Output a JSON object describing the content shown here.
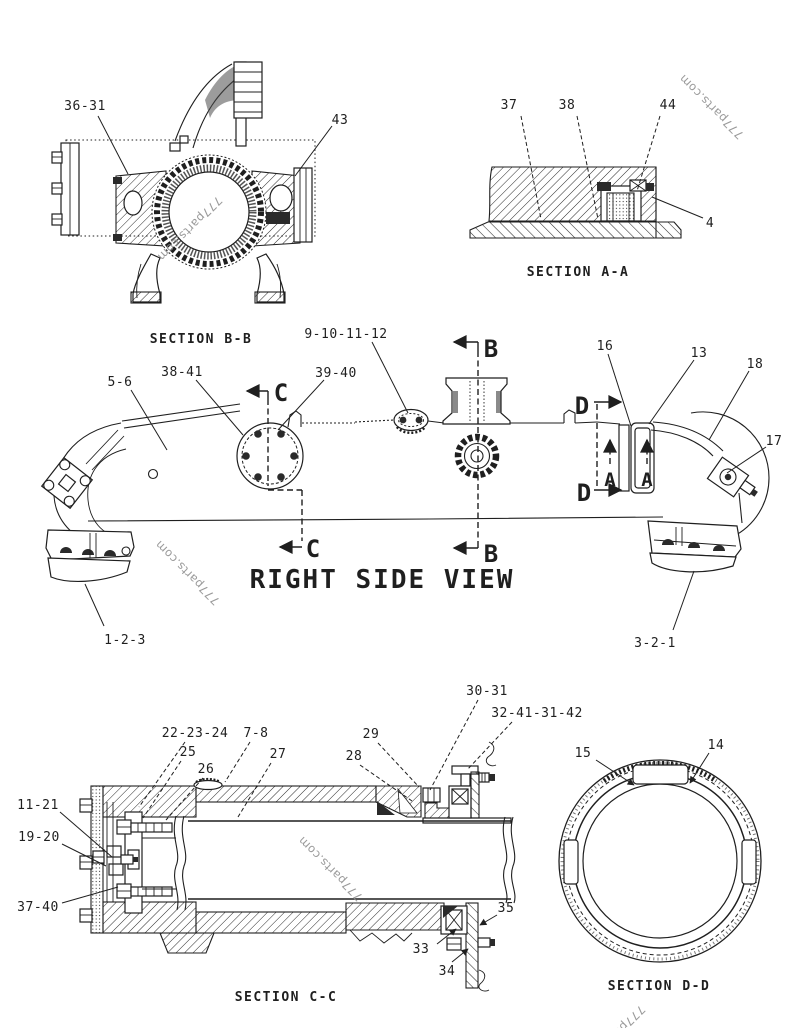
{
  "page": {
    "background": "#ffffff",
    "ink_color": "#1f1f1f",
    "watermark_color": "#8f8f8f",
    "watermark_text": "777parts.com"
  },
  "views": {
    "section_bb": {
      "caption": "SECTION B-B",
      "labels": {
        "l36_31": "36-31",
        "l43": "43"
      }
    },
    "section_aa": {
      "caption": "SECTION A-A",
      "labels": {
        "l37": "37",
        "l38": "38",
        "l44": "44",
        "l4": "4"
      }
    },
    "right_side_view": {
      "caption": "RIGHT SIDE VIEW",
      "labels": {
        "l5_6": "5-6",
        "l38_41": "38-41",
        "l39_40": "39-40",
        "l9_10_11_12": "9-10-11-12",
        "l16": "16",
        "l13": "13",
        "l18": "18",
        "l17": "17",
        "l1_2_3": "1-2-3",
        "l3_2_1": "3-2-1"
      },
      "cut_letters": {
        "a": "A",
        "b": "B",
        "c": "C",
        "d": "D"
      }
    },
    "section_cc": {
      "caption": "SECTION C-C",
      "labels": {
        "l22_23_24": "22-23-24",
        "l7_8": "7-8",
        "l25": "25",
        "l26": "26",
        "l27": "27",
        "l28": "28",
        "l29": "29",
        "l30_31": "30-31",
        "l32_41_31_42": "32-41-31-42",
        "l11_21": "11-21",
        "l19_20": "19-20",
        "l37_40": "37-40",
        "l33": "33",
        "l34": "34",
        "l35": "35"
      }
    },
    "section_dd": {
      "caption": "SECTION D-D",
      "labels": {
        "l15": "15",
        "l14": "14"
      }
    }
  }
}
